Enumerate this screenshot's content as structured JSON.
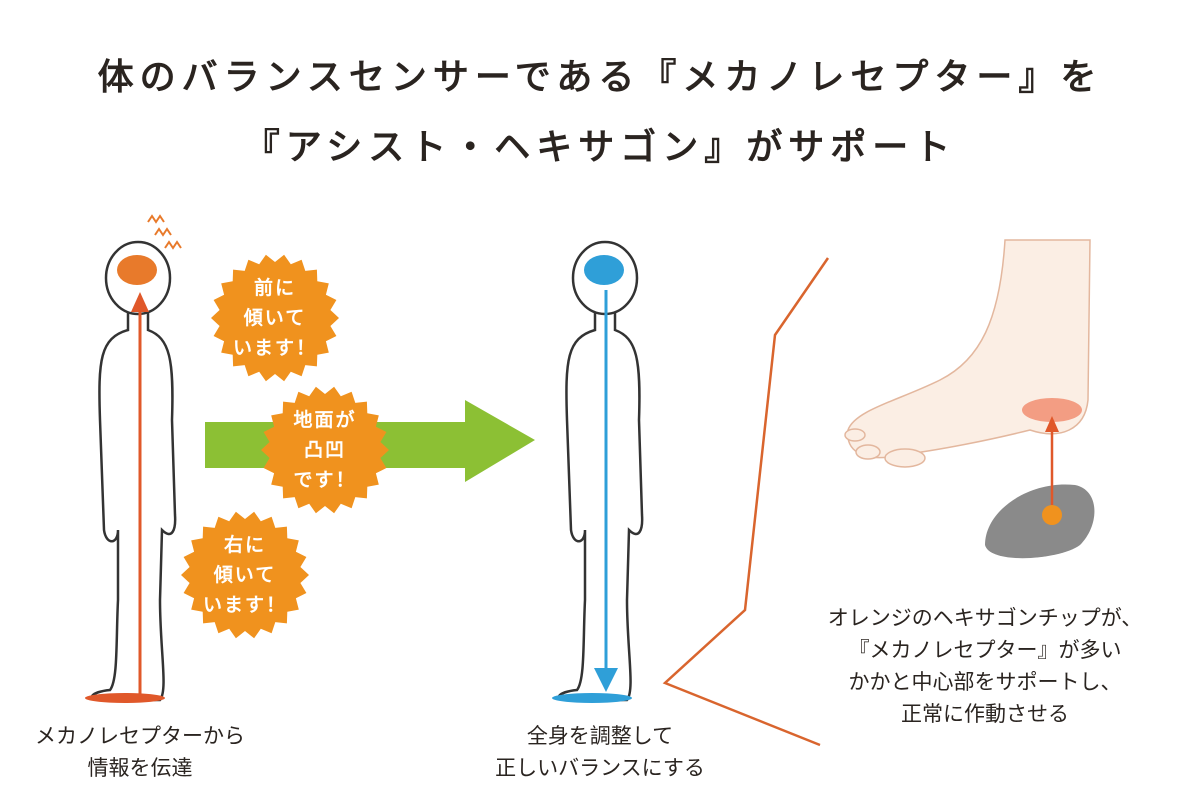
{
  "title": {
    "line1": "体のバランスセンサーである『メカノレセプター』を",
    "line2": "『アシスト・ヘキサゴン』がサポート"
  },
  "badges": [
    {
      "text": "前に\n傾いて\nいます！"
    },
    {
      "text": "地面が\n凸凹\nです！"
    },
    {
      "text": "右に\n傾いて\nいます！"
    }
  ],
  "captions": {
    "left": "メカノレセプターから\n情報を伝達",
    "middle": "全身を調整して\n正しいバランスにする",
    "right": "オレンジのヘキサゴンチップが、\n『メカノレセプター』が多い\nかかと中心部をサポートし、\n正常に作動させる"
  },
  "colors": {
    "orange": "#f0921e",
    "red_orange": "#e0582a",
    "blue": "#2f9fd8",
    "green": "#8cc034",
    "gray": "#8a8a8a"
  }
}
